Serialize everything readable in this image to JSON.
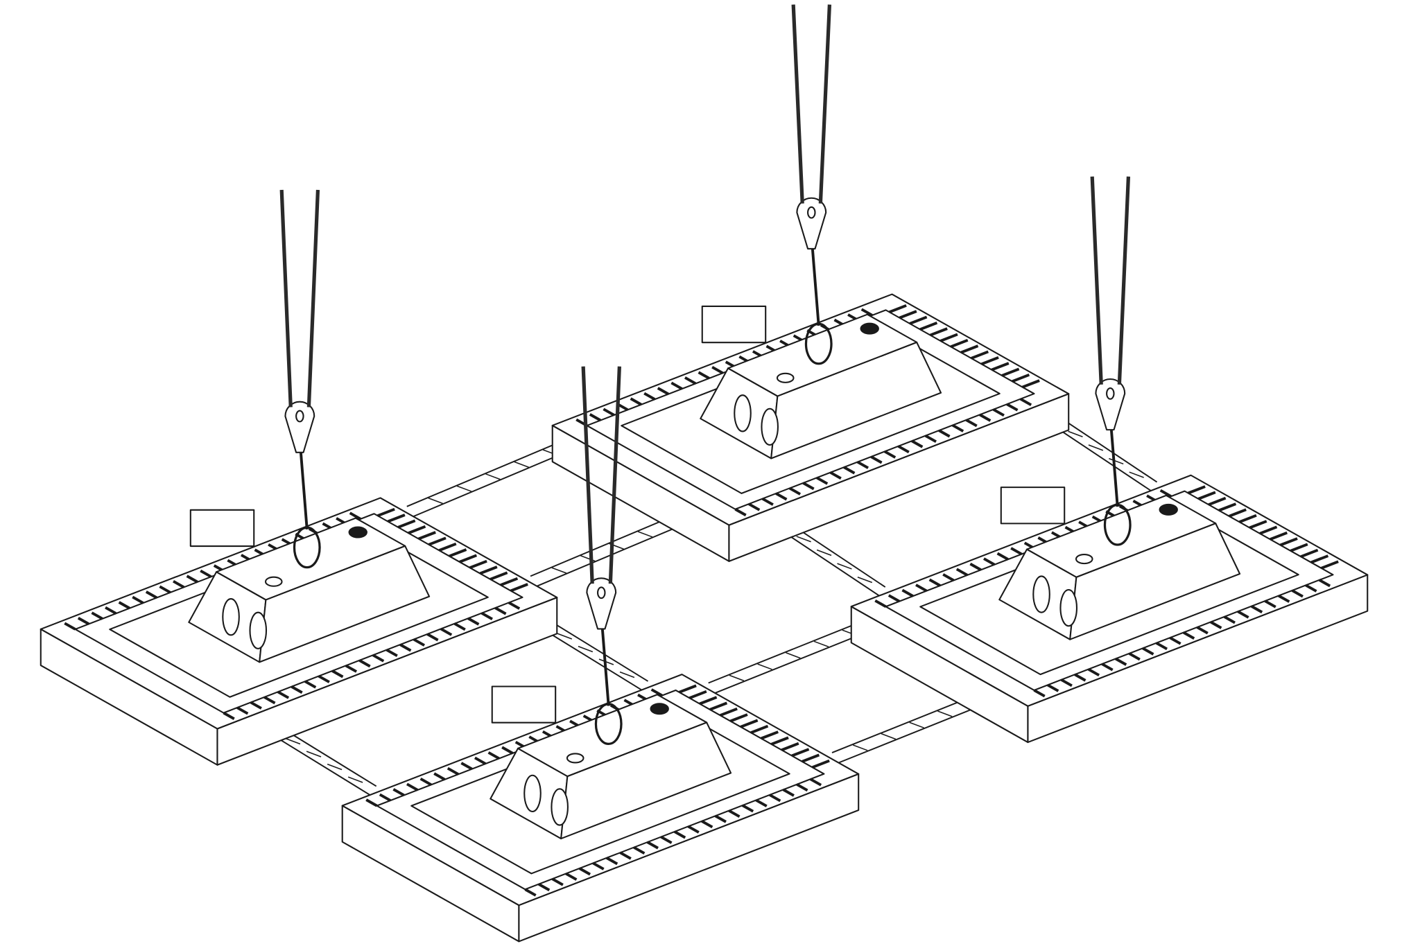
{
  "diagram": {
    "style": "isometric line drawing",
    "colors": {
      "background": "#ffffff",
      "line": "#1a1a1a",
      "cable": "#2a2a2a"
    },
    "fixtures": [
      {
        "id": "fixture-left"
      },
      {
        "id": "fixture-front"
      },
      {
        "id": "fixture-back"
      },
      {
        "id": "fixture-right"
      }
    ],
    "connector_rails": 4,
    "suspension_cables_per_fixture": 2
  }
}
